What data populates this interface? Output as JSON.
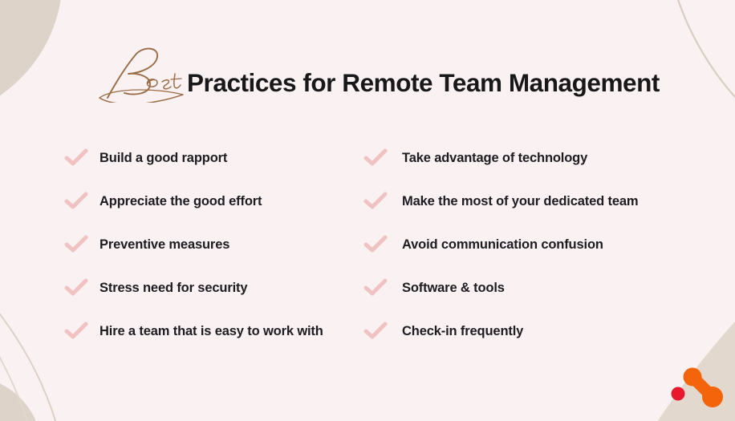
{
  "page": {
    "background_color": "#faf2f2",
    "accent_beige": "#ded3c9",
    "accent_script": "#9b6b45",
    "accent_check": "#f0c2c2",
    "text_color": "#1c1c21",
    "logo_orange": "#f4640b",
    "logo_red": "#e8192c"
  },
  "title": {
    "script_part": "Best",
    "main_part": "Practices for Remote Team Management"
  },
  "lists": {
    "left": [
      {
        "icon": "check-icon",
        "label": "Build a good rapport"
      },
      {
        "icon": "check-icon",
        "label": "Appreciate the good effort"
      },
      {
        "icon": "check-icon",
        "label": "Preventive measures"
      },
      {
        "icon": "check-icon",
        "label": "Stress need for security"
      },
      {
        "icon": "check-icon",
        "label": "Hire a team that is easy to work with"
      }
    ],
    "right": [
      {
        "icon": "check-icon",
        "label": "Take advantage of technology"
      },
      {
        "icon": "check-icon",
        "label": "Make the most of your dedicated team"
      },
      {
        "icon": "check-icon",
        "label": "Avoid communication confusion"
      },
      {
        "icon": "check-icon",
        "label": "Software & tools"
      },
      {
        "icon": "check-icon",
        "label": "Check-in frequently"
      }
    ]
  },
  "decorations": {
    "top_left_shape": "beige-blob",
    "top_right_line": "thin-arc-line",
    "bottom_left_lines": "thin-arc-lines",
    "bottom_left_shape": "beige-blob",
    "bottom_right_shape": "beige-blob"
  },
  "logo": {
    "name": "molecule-logo"
  }
}
